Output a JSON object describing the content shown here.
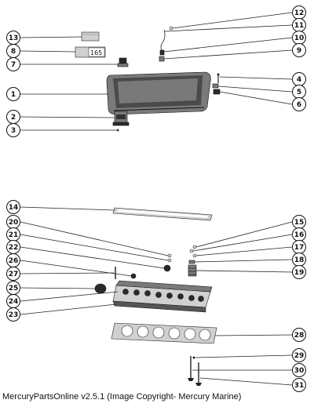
{
  "footer": {
    "text": "MercuryPartsOnline v2.5.1 (Image Copyright- Mercury Marine)"
  },
  "decal_text": "165",
  "callouts": {
    "c1": "1",
    "c2": "2",
    "c3": "3",
    "c4": "4",
    "c5": "5",
    "c6": "6",
    "c7": "7",
    "c8": "8",
    "c9": "9",
    "c10": "10",
    "c11": "11",
    "c12": "12",
    "c13": "13",
    "c14": "14",
    "c15": "15",
    "c16": "16",
    "c17": "17",
    "c18": "18",
    "c19": "19",
    "c20": "20",
    "c21": "21",
    "c22": "22",
    "c23": "23",
    "c24": "24",
    "c25": "25",
    "c26": "26",
    "c27": "27",
    "c28": "28",
    "c29": "29",
    "c30": "30",
    "c31": "31"
  }
}
